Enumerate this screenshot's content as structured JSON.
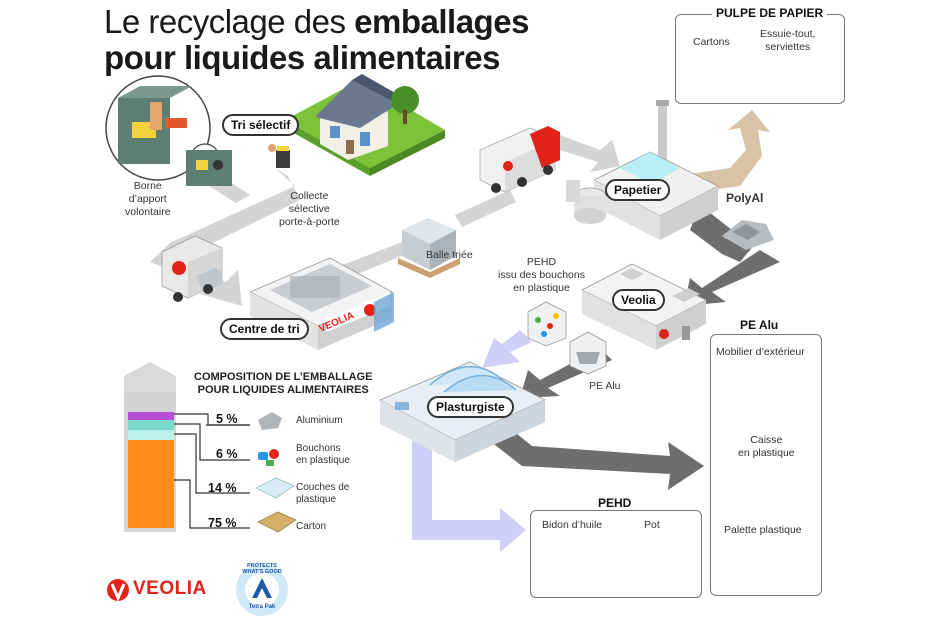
{
  "title": {
    "line1_normal": "Le recyclage des ",
    "line1_bold": "emballages",
    "line2_bold": "pour liquides alimentaires"
  },
  "tags": {
    "tri_selectif": "Tri sélectif",
    "centre_de_tri": "Centre de tri",
    "papetier": "Papetier",
    "veolia": "Veolia",
    "plasturgiste": "Plasturgiste"
  },
  "labels": {
    "borne": "Borne\nd’apport\nvolontaire",
    "collecte": "Collecte\nsélective\nporte-à-porte",
    "balle_triee": "Balle triée",
    "polyal": "PolyAl",
    "pehd_bouchons": "PEHD\nissu des bouchons\nen plastique",
    "pe_alu_flow": "PE Alu"
  },
  "truck_brand": "VEOLIA",
  "pulpe": {
    "title": "PULPE DE PAPIER",
    "items": [
      "Cartons",
      "Essuie-tout,\nserviettes"
    ]
  },
  "pe_alu": {
    "title": "PE Alu",
    "items": [
      "Mobilier d’extérieur",
      "Caisse\nen plastique",
      "Palette plastique"
    ]
  },
  "pehd": {
    "title": "PEHD",
    "items": [
      "Bidon d’huile",
      "Pot"
    ]
  },
  "composition": {
    "title": "COMPOSITION DE L’EMBALLAGE\nPOUR LIQUIDES ALIMENTAIRES",
    "rows": [
      {
        "pct": "5 %",
        "name": "Aluminium",
        "color": "#b84fd6"
      },
      {
        "pct": "6 %",
        "name": "Bouchons\nen plastique",
        "color": "#7ad9c8"
      },
      {
        "pct": "14 %",
        "name": "Couches de\nplastique",
        "color": "#bdf0e9"
      },
      {
        "pct": "75 %",
        "name": "Carton",
        "color": "#ff8c1a"
      }
    ]
  },
  "logos": {
    "veolia": "VEOLIA",
    "tetra_ring": "PROTECTS WHAT'S GOOD",
    "tetra_name": "Tetra Pak"
  },
  "colors": {
    "veolia_red": "#e2231a",
    "arrow_gray": "#d2d2d2",
    "arrow_dark": "#6d6d6d",
    "arrow_lavender": "#c9c9f7",
    "arrow_tan": "#d8c2a5",
    "grass": "#7ec23a"
  }
}
